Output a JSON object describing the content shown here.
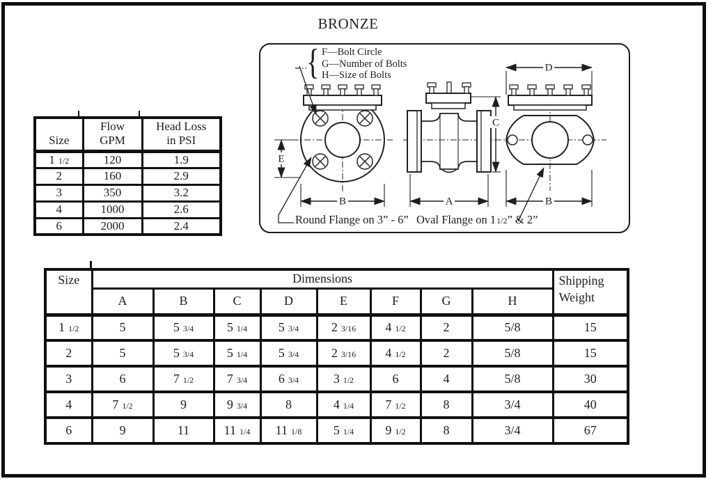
{
  "page": {
    "title": "BRONZE"
  },
  "colors": {
    "ink": "#1d1d22",
    "border": "#0f0f0f",
    "background": "#ffffff"
  },
  "flow_table": {
    "header_size": "Size",
    "header_flow": [
      "Flow",
      "GPM"
    ],
    "header_head": [
      "Head Loss",
      "in PSI"
    ],
    "rows": [
      {
        "size": [
          "1",
          "1/2"
        ],
        "flow": "120",
        "head": "1.9"
      },
      {
        "size": [
          "2",
          ""
        ],
        "flow": "160",
        "head": "2.9"
      },
      {
        "size": [
          "3",
          ""
        ],
        "flow": "350",
        "head": "3.2"
      },
      {
        "size": [
          "4",
          ""
        ],
        "flow": "1000",
        "head": "2.6"
      },
      {
        "size": [
          "6",
          ""
        ],
        "flow": "2000",
        "head": "2.4"
      }
    ]
  },
  "diagram": {
    "legend": [
      "F—Bolt Circle",
      "G—Number of Bolts",
      "H—Size of Bolts"
    ],
    "brace": "{",
    "caption_round": "Round Flange on 3” - 6”",
    "caption_oval_pre": "Oval Flange on 1",
    "caption_oval_frac": "1/2",
    "caption_oval_post": "” & 2”",
    "dim_labels": {
      "e": "E",
      "b_round": "B",
      "a": "A",
      "c": "C",
      "d": "D",
      "b_oval": "B"
    }
  },
  "dim_table": {
    "size_header": "Size",
    "dims_header": "Dimensions",
    "cols": [
      "A",
      "B",
      "C",
      "D",
      "E",
      "F",
      "G",
      "H"
    ],
    "shipping_header_1": "Shipping",
    "shipping_header_2": "Weight",
    "rows": [
      {
        "size": [
          "1",
          "1/2"
        ],
        "A": [
          "5",
          ""
        ],
        "B": [
          "5",
          "3/4"
        ],
        "C": [
          "5",
          "1/4"
        ],
        "D": [
          "5",
          "3/4"
        ],
        "E": [
          "2",
          "3/16"
        ],
        "F": [
          "4",
          "1/2"
        ],
        "G": [
          "2",
          ""
        ],
        "H": [
          "5/8",
          ""
        ],
        "wt": [
          "15",
          ""
        ]
      },
      {
        "size": [
          "2",
          ""
        ],
        "A": [
          "5",
          ""
        ],
        "B": [
          "5",
          "3/4"
        ],
        "C": [
          "5",
          "1/4"
        ],
        "D": [
          "5",
          "3/4"
        ],
        "E": [
          "2",
          "3/16"
        ],
        "F": [
          "4",
          "1/2"
        ],
        "G": [
          "2",
          ""
        ],
        "H": [
          "5/8",
          ""
        ],
        "wt": [
          "15",
          ""
        ]
      },
      {
        "size": [
          "3",
          ""
        ],
        "A": [
          "6",
          ""
        ],
        "B": [
          "7",
          "1/2"
        ],
        "C": [
          "7",
          "3/4"
        ],
        "D": [
          "6",
          "3/4"
        ],
        "E": [
          "3",
          "1/2"
        ],
        "F": [
          "6",
          ""
        ],
        "G": [
          "4",
          ""
        ],
        "H": [
          "5/8",
          ""
        ],
        "wt": [
          "30",
          ""
        ]
      },
      {
        "size": [
          "4",
          ""
        ],
        "A": [
          "7",
          "1/2"
        ],
        "B": [
          "9",
          ""
        ],
        "C": [
          "9",
          "3/4"
        ],
        "D": [
          "8",
          ""
        ],
        "E": [
          "4",
          "1/4"
        ],
        "F": [
          "7",
          "1/2"
        ],
        "G": [
          "8",
          ""
        ],
        "H": [
          "3/4",
          ""
        ],
        "wt": [
          "40",
          ""
        ]
      },
      {
        "size": [
          "6",
          ""
        ],
        "A": [
          "9",
          ""
        ],
        "B": [
          "11",
          ""
        ],
        "C": [
          "11",
          "1/4"
        ],
        "D": [
          "11",
          "1/8"
        ],
        "E": [
          "5",
          "1/4"
        ],
        "F": [
          "9",
          "1/2"
        ],
        "G": [
          "8",
          ""
        ],
        "H": [
          "3/4",
          ""
        ],
        "wt": [
          "67",
          ""
        ]
      }
    ]
  }
}
